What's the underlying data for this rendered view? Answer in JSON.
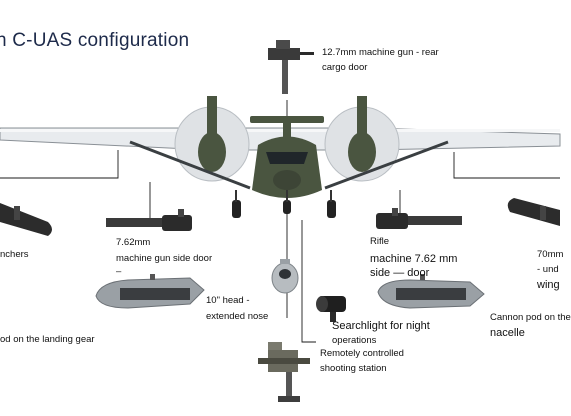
{
  "title": "n C-UAS configuration",
  "labels": {
    "mg_rear_1": "12.7mm machine gun - rear",
    "mg_rear_2": "cargo door",
    "launchers": "nchers",
    "landing_gear_pod": "od on the landing gear",
    "mg762_left_1": "7.62mm",
    "mg762_left_2": "machine gun side door",
    "mg762_left_3": "–",
    "head_1": "10\" head -",
    "head_2": "extended nose",
    "rifle": "Rifle",
    "mg762_right_1": "machine 7.62 mm",
    "mg762_right_2": "side  — door",
    "right_wing_1": "70mm",
    "right_wing_2": "- und",
    "right_wing_3": "wing",
    "searchlight_1": "Searchlight for night",
    "searchlight_2": "operations",
    "cannon_pod_1": "Cannon pod on the",
    "cannon_pod_2": "nacelle",
    "station_1": "Remotely controlled",
    "station_2": "shooting station"
  },
  "colors": {
    "fuselage": "#4a5540",
    "wing": "#e8ebee",
    "line": "#1b1b1b",
    "title": "#1d2a4a"
  }
}
